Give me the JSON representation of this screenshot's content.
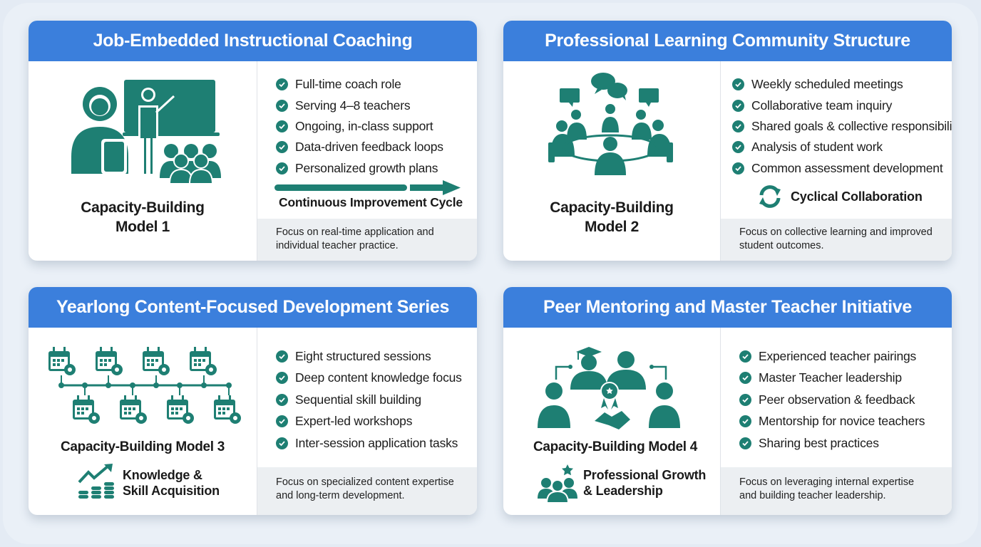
{
  "colors": {
    "header_blue": "#3b7fdc",
    "icon_teal": "#1e7f73",
    "focus_bg": "#eceff2",
    "page_bg": "#e4ebf4"
  },
  "cards": [
    {
      "title": "Job-Embedded Instructional Coaching",
      "model_label_line1": "Capacity-Building",
      "model_label_line2": "Model 1",
      "illustration": "coach-teacher-classroom-icon",
      "bullets": [
        "Full-time coach role",
        "Serving 4–8 teachers",
        "Ongoing, in-class support",
        "Data-driven feedback loops",
        "Personalized growth plans"
      ],
      "extra_label": "Continuous Improvement Cycle",
      "extra_icon": "progress-arrow-icon",
      "focus": "Focus on real-time application and individual teacher practice."
    },
    {
      "title": "Professional Learning Community Structure",
      "model_label_line1": "Capacity-Building",
      "model_label_line2": "Model 2",
      "illustration": "team-meeting-table-icon",
      "bullets": [
        "Weekly scheduled meetings",
        "Collaborative team inquiry",
        "Shared goals & collective responsibility",
        "Analysis of student work",
        "Common assessment development"
      ],
      "extra_label": "Cyclical Collaboration",
      "extra_icon": "cycle-arrows-icon",
      "focus": "Focus on collective learning and improved student outcomes."
    },
    {
      "title": "Yearlong Content-Focused Development Series",
      "model_label": "Capacity-Building Model 3",
      "illustration": "calendar-timeline-icon",
      "bullets": [
        "Eight structured sessions",
        "Deep content knowledge focus",
        "Sequential skill building",
        "Expert-led workshops",
        "Inter-session application tasks"
      ],
      "sub_label_line1": "Knowledge &",
      "sub_label_line2": "Skill Acquisition",
      "sub_icon": "growth-chart-coins-icon",
      "focus": "Focus on specialized content expertise and long-term development."
    },
    {
      "title": "Peer Mentoring and Master Teacher Initiative",
      "model_label": "Capacity-Building Model 4",
      "illustration": "mentoring-network-icon",
      "bullets": [
        "Experienced teacher pairings",
        "Master Teacher leadership",
        "Peer observation & feedback",
        "Mentorship for novice teachers",
        "Sharing best practices"
      ],
      "sub_label_line1": "Professional Growth",
      "sub_label_line2": "& Leadership",
      "sub_icon": "group-star-icon",
      "focus": "Focus on leveraging internal expertise and building teacher leadership."
    }
  ]
}
